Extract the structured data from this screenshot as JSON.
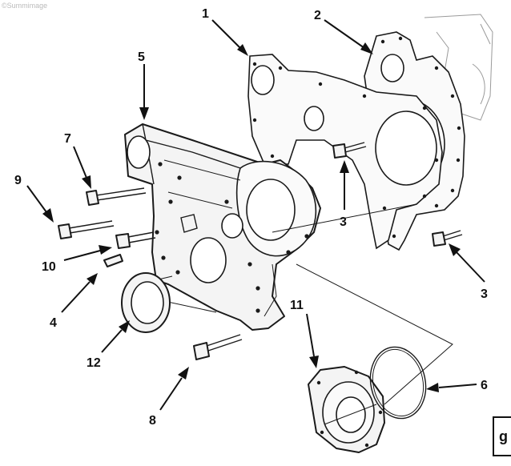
{
  "watermark": "©Summimage",
  "figure_id": "g",
  "callouts": [
    "1",
    "2",
    "3",
    "3",
    "4",
    "5",
    "6",
    "7",
    "8",
    "9",
    "10",
    "11",
    "12"
  ],
  "colors": {
    "ink": "#1a1a1a",
    "paper": "#ffffff",
    "faint": "#9a9a9a"
  }
}
